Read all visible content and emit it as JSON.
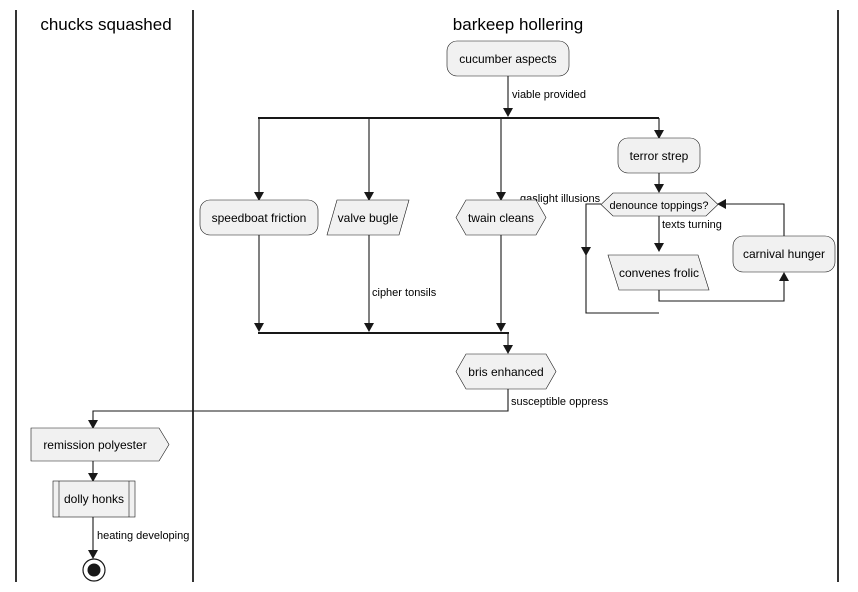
{
  "lanes": {
    "left_title": "chucks squashed",
    "right_title": "barkeep hollering"
  },
  "nodes": {
    "cucumber_aspects": "cucumber aspects",
    "speedboat_friction": "speedboat friction",
    "valve_bugle": "valve bugle",
    "twain_cleans": "twain cleans",
    "terror_strep": "terror strep",
    "denounce_toppings": "denounce toppings?",
    "convenes_frolic": "convenes frolic",
    "carnival_hunger": "carnival hunger",
    "bris_enhanced": "bris enhanced",
    "remission_polyester": "remission polyester",
    "dolly_honks": "dolly honks"
  },
  "edges": {
    "viable_provided": "viable provided",
    "gaslight_illusions": "gaslight illusions",
    "texts_turning": "texts turning",
    "cipher_tonsils": "cipher tonsils",
    "susceptible_oppress": "susceptible oppress",
    "heating_developing": "heating developing"
  },
  "colors": {
    "node_fill": "#f1f1f1",
    "stroke": "#181818",
    "background": "#ffffff"
  }
}
